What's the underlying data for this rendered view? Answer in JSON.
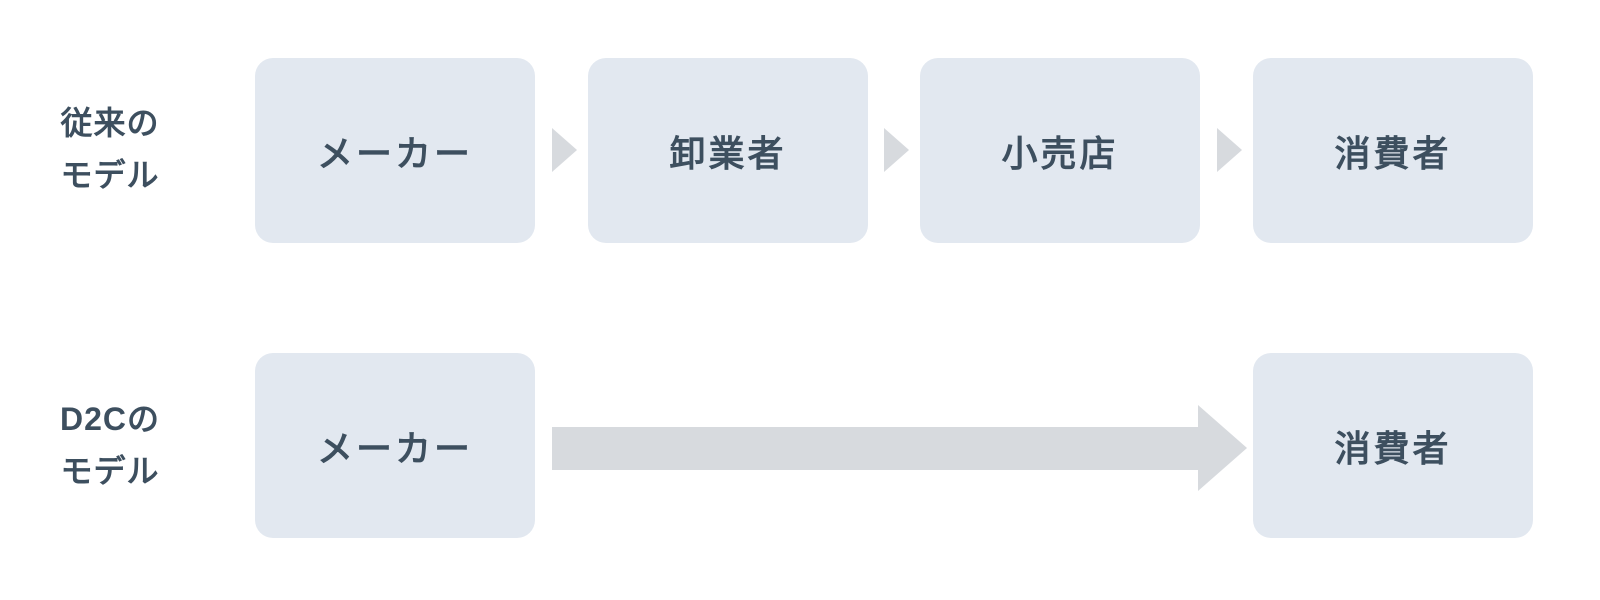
{
  "diagram": {
    "colors": {
      "background": "#ffffff",
      "box_fill": "#e2e8f0",
      "box_text": "#3d4f5f",
      "label_text": "#3d4f5f",
      "arrow": "#d7dade"
    },
    "rows": [
      {
        "label_lines": [
          "従来の",
          "モデル"
        ],
        "boxes": [
          "メーカー",
          "卸業者",
          "小売店",
          "消費者"
        ]
      },
      {
        "label_lines": [
          "D2Cの",
          "モデル"
        ],
        "boxes": [
          "メーカー",
          "消費者"
        ]
      }
    ]
  }
}
